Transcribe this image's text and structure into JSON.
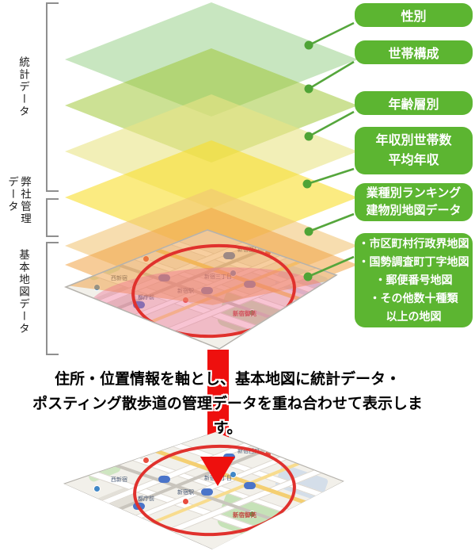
{
  "left_panel": {
    "groups": [
      {
        "label": "統計データ"
      },
      {
        "label": "弊社管理データ"
      },
      {
        "label": "基本地図データ"
      }
    ]
  },
  "layer_stack": {
    "layers": [
      {
        "name": "gender-layer",
        "color": "rgba(146,205,130,0.50)"
      },
      {
        "name": "household-layer",
        "color": "rgba(158,198,50,0.52)"
      },
      {
        "name": "age-layer",
        "color": "rgba(233,228,135,0.60)"
      },
      {
        "name": "income-layer",
        "color": "rgba(248,222,45,0.60)"
      },
      {
        "name": "industry-layer",
        "color": "rgba(242,196,118,0.58)"
      },
      {
        "name": "building-layer",
        "color": "rgba(241,162,68,0.55)"
      }
    ]
  },
  "callouts": [
    {
      "label": "性別"
    },
    {
      "label": "世帯構成"
    },
    {
      "label": "年齢層別"
    },
    {
      "label": "年収別世帯数\n平均年収"
    },
    {
      "label": "業種別ランキング\n建物別地図データ"
    },
    {
      "label": "・市区町村行政界地図\n・国勢調査町丁字地図\n・郵便番号地図\n・その他数十種類\n以上の地図"
    }
  ],
  "caption": {
    "line1": "住所・位置情報を軸とし、基本地図に統計データ・",
    "line2": "ポスティング散歩道の管理データを重ね合わせて表示します。"
  },
  "map": {
    "labels": {
      "l1": "新宿西口",
      "l2": "新宿三丁目",
      "l3": "新宿駅",
      "l4": "西新宿",
      "l5": "都庁前",
      "red": "新宿御苑"
    }
  },
  "colors": {
    "callout_green": "#5cb531",
    "connector_green": "#55a63c",
    "arrow_red": "#ee100e",
    "ellipse_red": "#e0312d",
    "bracket_gray": "#8f8f8f"
  }
}
